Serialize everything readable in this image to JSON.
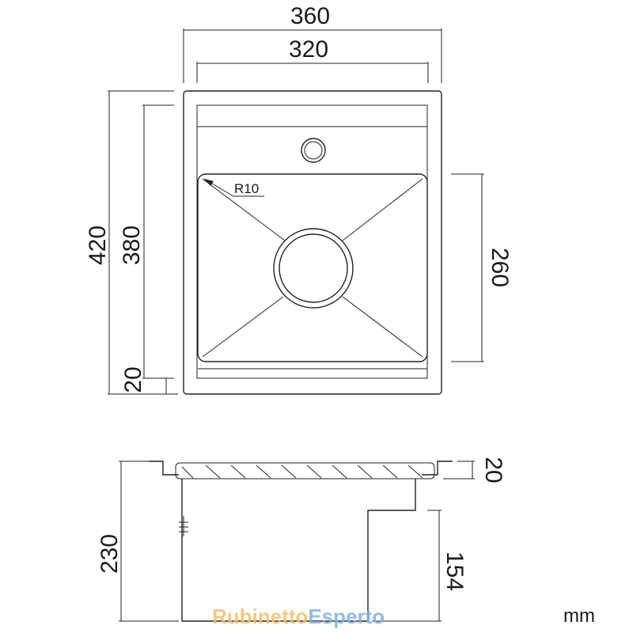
{
  "drawing": {
    "dimensions": {
      "outer_width": "360",
      "inner_width": "320",
      "outer_depth": "420",
      "inner_depth": "380",
      "rim_offset": "20",
      "bowl_depth": "260",
      "corner_radius": "R10",
      "ledge_height": "20",
      "total_height": "230",
      "bowl_height": "154"
    },
    "unit": "mm",
    "watermark": {
      "part1": "Rubinetto",
      "part2": "Esperto"
    }
  }
}
